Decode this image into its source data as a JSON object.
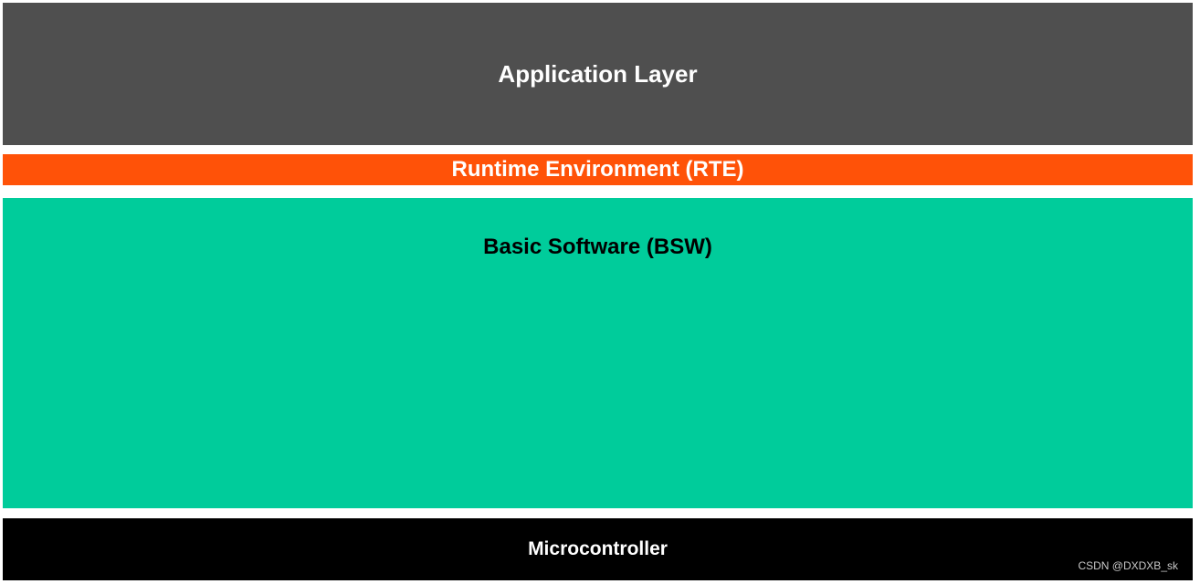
{
  "layers": {
    "application": {
      "label": "Application Layer",
      "color": "#4f4f4f"
    },
    "rte": {
      "label": "Runtime Environment (RTE)",
      "color": "#ff5208"
    },
    "bsw": {
      "label": "Basic Software (BSW)",
      "color": "#00cc9b"
    },
    "microcontroller": {
      "label": "Microcontroller",
      "color": "#000000"
    }
  },
  "watermark": "CSDN @DXDXB_sk"
}
